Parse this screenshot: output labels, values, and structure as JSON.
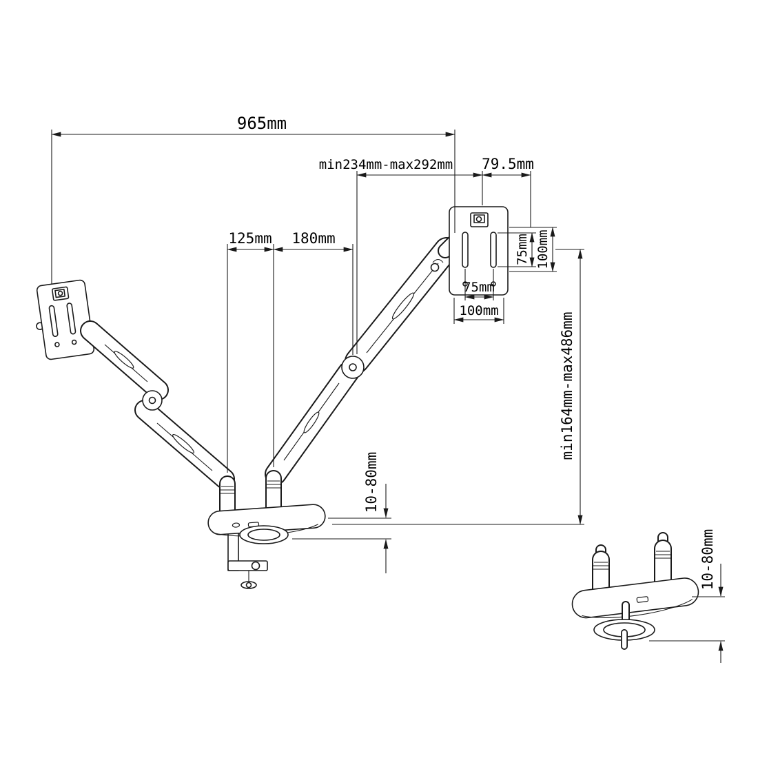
{
  "drawing": {
    "type": "technical-dimension-drawing",
    "subject": "Dual monitor desk mount arm",
    "colors": {
      "line": "#1a1a1a",
      "background": "#ffffff"
    },
    "dims": {
      "total_width": "965mm",
      "arm_extension_range": "min234mm-max292mm",
      "pivot_offset": "79.5mm",
      "post_spacing": "125mm",
      "arm_offset": "180mm",
      "vesa_vertical_75": "75mm",
      "vesa_vertical_100": "100mm",
      "vesa_horizontal_75": "75mm",
      "vesa_horizontal_100": "100mm",
      "height_range": "min164mm-max486mm",
      "desk_thickness": "10-80mm",
      "desk_thickness_inset": "10-80mm"
    }
  }
}
